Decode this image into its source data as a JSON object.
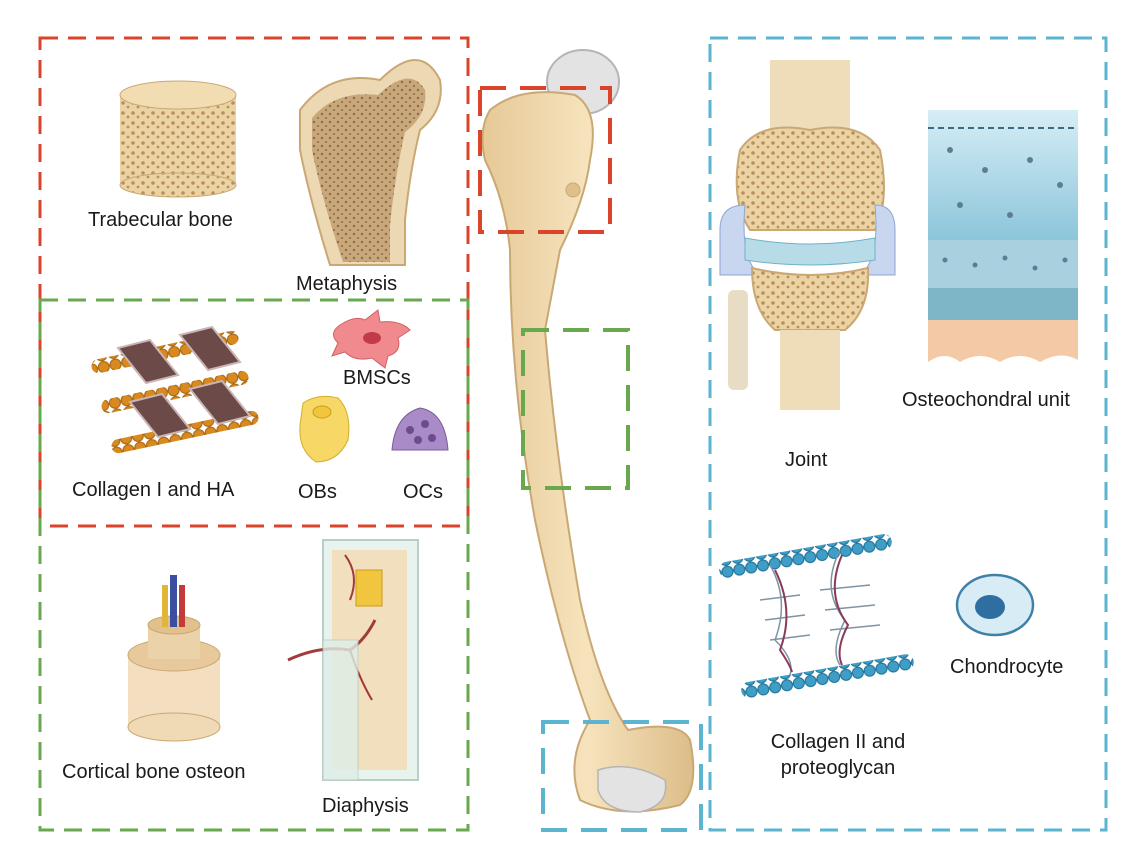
{
  "labels": {
    "trabecular_bone": "Trabecular bone",
    "metaphysis": "Metaphysis",
    "bmscs": "BMSCs",
    "collagen_i_ha": "Collagen I and  HA",
    "obs": "OBs",
    "ocs": "OCs",
    "cortical_bone_osteon": "Cortical bone osteon",
    "diaphysis": "Diaphysis",
    "joint": "Joint",
    "osteochondral_unit": "Osteochondral unit",
    "chondrocyte": "Chondrocyte",
    "collagen_ii_line1": "Collagen II and",
    "collagen_ii_line2": "proteoglycan"
  },
  "colors": {
    "metaphysis_box": "#d9442b",
    "diaphysis_box": "#6aa84f",
    "cartilage_box": "#5bb5d1",
    "bone": "#f0d8a8",
    "bone_outline": "#c9a874"
  }
}
